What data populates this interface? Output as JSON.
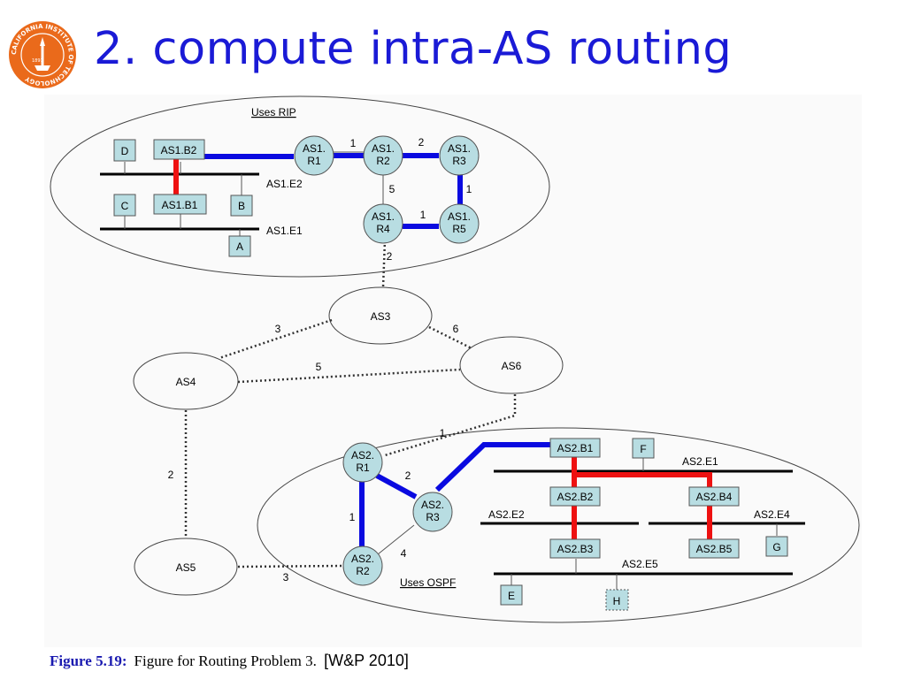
{
  "slide": {
    "title": "2. compute intra-AS routing",
    "logo_text": "CALIFORNIA INSTITUTE OF TECHNOLOGY",
    "logo_year": "1891"
  },
  "caption": {
    "label": "Figure 5.19:",
    "text": "Figure for Routing Problem 3.",
    "reference": "[W&P 2010]"
  },
  "colors": {
    "title": "#1a1ad6",
    "router_fill": "#b8dde2",
    "intra_as_path": "#0a0ae0",
    "bridge_tree": "#ee1111",
    "logo": "#ea6a1b"
  },
  "diagram": {
    "region_labels": {
      "as1": "Uses RIP",
      "as2": "Uses OSPF"
    },
    "as_nodes": {
      "as3": "AS3",
      "as4": "AS4",
      "as5": "AS5",
      "as6": "AS6"
    },
    "as1": {
      "routers": {
        "r1": [
          "AS1.",
          "R1"
        ],
        "r2": [
          "AS1.",
          "R2"
        ],
        "r3": [
          "AS1.",
          "R3"
        ],
        "r4": [
          "AS1.",
          "R4"
        ],
        "r5": [
          "AS1.",
          "R5"
        ]
      },
      "bridges": {
        "b1": "AS1.B1",
        "b2": "AS1.B2"
      },
      "hosts": {
        "a": "A",
        "b": "B",
        "c": "C",
        "d": "D"
      },
      "ethernets": {
        "e1": "AS1.E1",
        "e2": "AS1.E2"
      },
      "link_costs": {
        "r1_r2": "1",
        "r2_r3": "2",
        "r2_r4": "5",
        "r3_r5": "1",
        "r4_r5": "1"
      }
    },
    "as2": {
      "routers": {
        "r1": [
          "AS2.",
          "R1"
        ],
        "r2": [
          "AS2.",
          "R2"
        ],
        "r3": [
          "AS2.",
          "R3"
        ]
      },
      "bridges": {
        "b1": "AS2.B1",
        "b2": "AS2.B2",
        "b3": "AS2.B3",
        "b4": "AS2.B4",
        "b5": "AS2.B5"
      },
      "hosts": {
        "e": "E",
        "f": "F",
        "g": "G",
        "h": "H"
      },
      "ethernets": {
        "e1": "AS2.E1",
        "e2": "AS2.E2",
        "e4": "AS2.E4",
        "e5": "AS2.E5"
      },
      "link_costs": {
        "r1_r3": "2",
        "r1_r2": "1",
        "r2_r3": "4"
      }
    },
    "inter_as_costs": {
      "as1_as3": "2",
      "as3_as4": "3",
      "as3_as6": "6",
      "as4_as6": "5",
      "as4_as5": "2",
      "as5_as2": "3",
      "as6_as2": "1"
    }
  }
}
